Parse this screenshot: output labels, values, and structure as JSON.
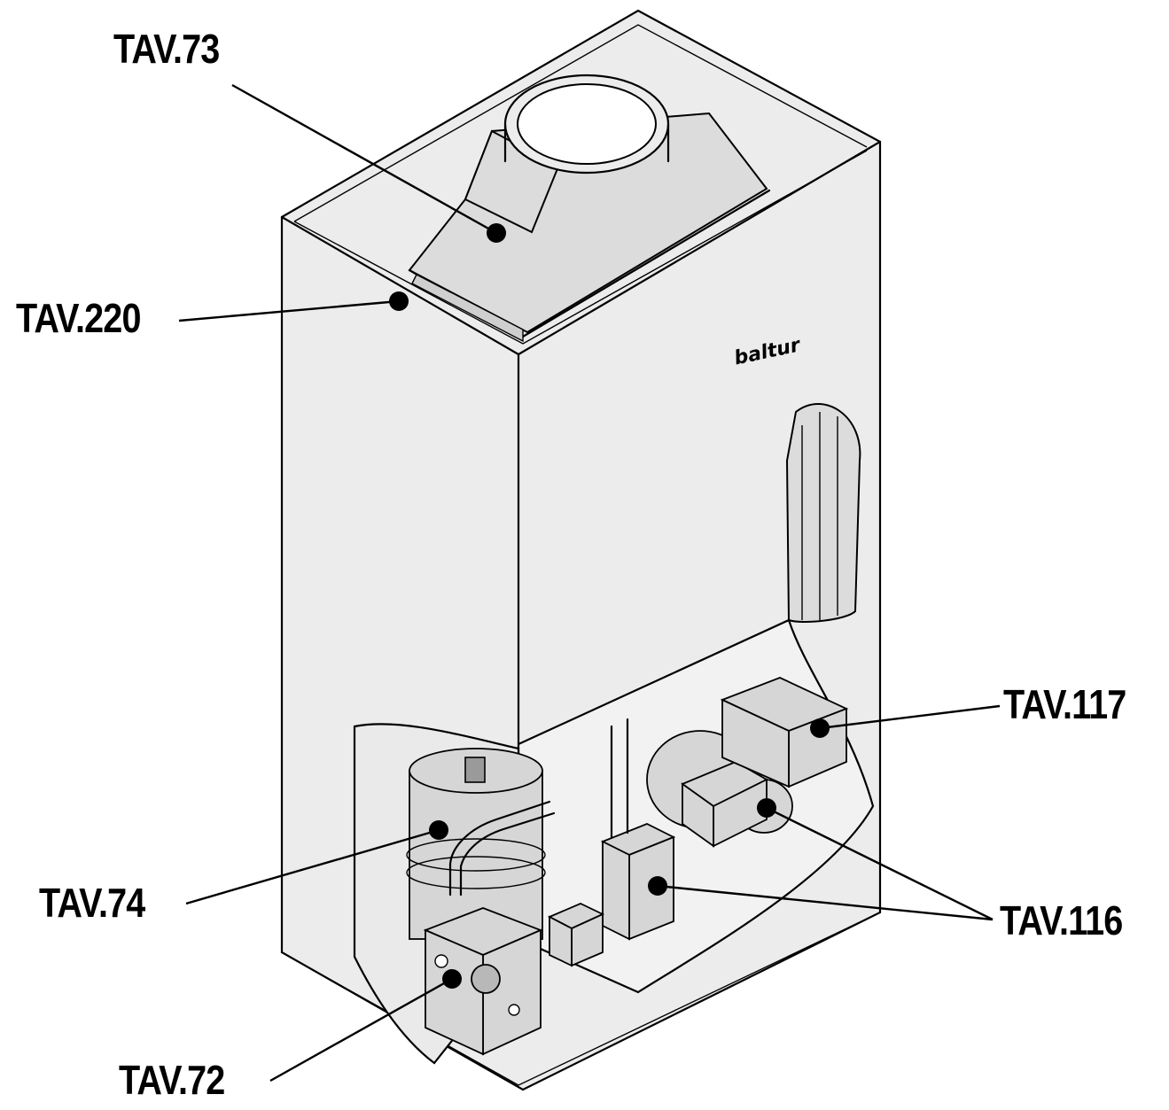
{
  "diagram": {
    "brand_label": "baltur",
    "callouts": [
      {
        "id": "tav73",
        "label": "TAV.73"
      },
      {
        "id": "tav220",
        "label": "TAV.220"
      },
      {
        "id": "tav117",
        "label": "TAV.117"
      },
      {
        "id": "tav74",
        "label": "TAV.74"
      },
      {
        "id": "tav116",
        "label": "TAV.116"
      },
      {
        "id": "tav72",
        "label": "TAV.72"
      }
    ]
  }
}
